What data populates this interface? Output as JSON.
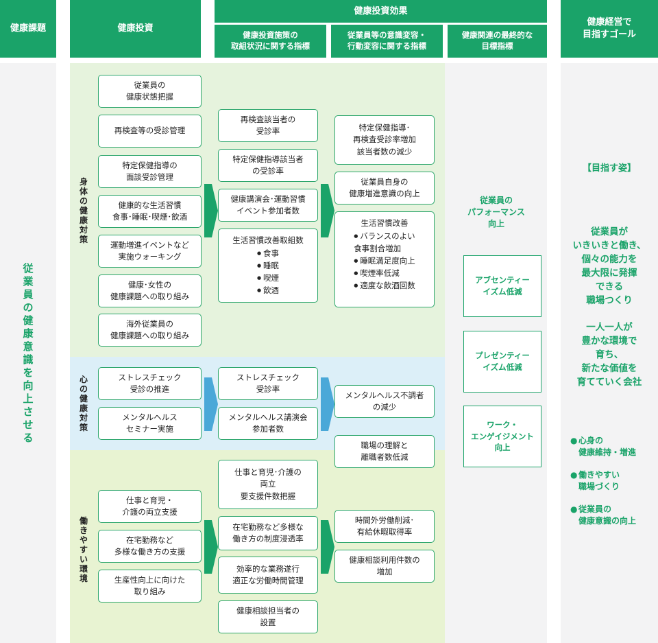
{
  "headers": {
    "col1": "健康課題",
    "col2": "健康投資",
    "effect": "健康投資効果",
    "effect_sub1": "健康投資施策の\n取組状況に関する指標",
    "effect_sub2": "従業員等の意識変容・\n行動変容に関する指標",
    "effect_sub3": "健康関連の最終的な\n目標指標",
    "col5": "健康経営で\n目指すゴール"
  },
  "issue": "従業員の健康意識を向上させる",
  "sections": {
    "physical": "身体の健康対策",
    "mental": "心の健康対策",
    "workplace": "働きやすい環境"
  },
  "investments": [
    "従業員の\n健康状態把握",
    "再検査等の受診管理",
    "特定保健指導の\n面談受診管理",
    "健康的な生活習慣\n食事･睡眠･喫煙･飲酒",
    "運動増進イベントなど\n実施ウォーキング",
    "健康･女性の\n健康課題への取り組み",
    "海外従業員の\n健康課題への取り組み",
    "ストレスチェック\n受診の推進",
    "メンタルヘルス\nセミナー実施",
    "仕事と育児・\n介護の両立支援",
    "在宅勤務など\n多様な働き方の支援",
    "生産性向上に向けた\n取り組み"
  ],
  "indicators": [
    "再検査該当者の\n受診率",
    "特定保健指導該当者\nの受診率",
    "健康講演会･運動習慣\nイベント参加者数",
    "ストレスチェック\n受診率",
    "メンタルヘルス講演会\n参加者数",
    "仕事と育児･介護の\n両立\n要支援件数把握",
    "在宅勤務など多様な\n働き方の制度浸透率",
    "効率的な業務遂行\n適正な労働時間管理",
    "健康相談担当者の\n設置"
  ],
  "lifestyle_indicator": {
    "title": "生活習慣改善取組数",
    "items": [
      "食事",
      "睡眠",
      "喫煙",
      "飲酒"
    ]
  },
  "behavior": [
    "特定保健指導･\n再検査受診率増加\n該当者数の減少",
    "従業員自身の\n健康増進意識の向上",
    "メンタルヘルス不調者\nの減少",
    "職場の理解と\n離職者数低減",
    "時間外労働削減･\n有給休暇取得率",
    "健康相談利用件数の\n増加"
  ],
  "lifestyle_behavior": {
    "title": "生活習慣改善",
    "items": [
      "バランスのよい\n食事割合増加",
      "睡眠満足度向上",
      "喫煙率低減",
      "適度な飲酒回数"
    ]
  },
  "final": {
    "performance": "従業員の\nパフォーマンス\n向上",
    "absenteeism": "アブセンティー\nイズム低減",
    "presenteeism": "プレゼンティー\nイズム低減",
    "engagement": "ワーク・\nエンゲイジメント\n向上"
  },
  "goal": {
    "heading": "【目指す姿】",
    "text1": "従業員が\nいきいきと働き、\n個々の能力を\n最大限に発揮\nできる\n職場つくり",
    "text2": "一人一人が\n豊かな環境で\n育ち、\n新たな価値を\n育てていく会社",
    "bullets": [
      "心身の\n健康維持・増進",
      "働きやすい\n職場づくり",
      "従業員の\n健康意識の向上"
    ]
  },
  "colors": {
    "accent": "#1aa369",
    "panel": "#f3f3f4",
    "band_physical": "#e6f3dd",
    "band_mental": "#dceff8",
    "band_workplace": "#e8f3d2",
    "arrow_blue": "#4aa8d8"
  }
}
